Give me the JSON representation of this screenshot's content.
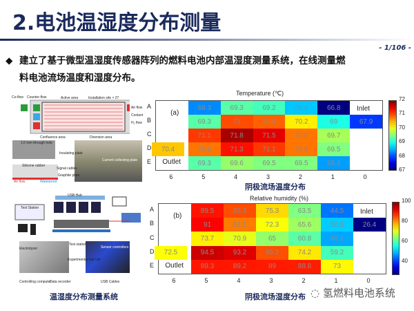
{
  "slide": {
    "title": "2.电池温湿度分布测量",
    "page": "- 1/106 -",
    "bullet_line1": "建立了基于微型温湿度传感器阵列的燃料电池内部温湿度测量系统，在线测量燃",
    "bullet_line2": "料电池流场温度和湿度分布。",
    "bullet_icon": "diamond-icon"
  },
  "left_figures": {
    "caption": "温湿度分布测量系统",
    "top_labels": [
      "Co-flow",
      "Counter-flow",
      "Active area",
      "Installation site × 27",
      "Air flow",
      "Coolant",
      "H₂ flow",
      "Confluence area",
      "Diversion area",
      "1.0 mm through hole",
      "Silicone rubber",
      "Signal cables",
      "Graphite plate",
      "Insulating plate",
      "Current collecting plate",
      "Air flow",
      "Waterproof"
    ],
    "bottom_labels": [
      "Test Station",
      "USB Hub",
      "Electrolyzer",
      "Test station",
      "Experimental fuel cell",
      "Controlling computer",
      "Data recorder",
      "Sensor controllers",
      "USB Cables"
    ]
  },
  "chart_data": [
    {
      "type": "heatmap",
      "title": "Temperature (℃)",
      "panel": "(a)",
      "caption": "阴极流场温度分布",
      "rows": [
        "A",
        "B",
        "C",
        "D",
        "E"
      ],
      "columns": [
        "6",
        "5",
        "4",
        "3",
        "2",
        "1",
        "0"
      ],
      "values": [
        [
          null,
          68.3,
          69.3,
          69.2,
          68.6,
          66.8,
          null
        ],
        [
          null,
          69.3,
          71.0,
          70.9,
          70.2,
          69.0,
          67.9
        ],
        [
          null,
          71.1,
          71.8,
          71.5,
          70.8,
          69.7,
          null
        ],
        [
          70.4,
          70.8,
          71.3,
          71.1,
          70.8,
          69.5,
          null
        ],
        [
          null,
          69.3,
          69.6,
          69.5,
          69.5,
          68.4,
          null
        ]
      ],
      "inlet_label": "Inlet",
      "outlet_label": "Outlet",
      "colorbar": {
        "range": [
          67,
          72
        ],
        "ticks": [
          "72",
          "71",
          "70",
          "69",
          "68",
          "67"
        ]
      }
    },
    {
      "type": "heatmap",
      "title": "Relative humidity (%)",
      "panel": "(b)",
      "caption": "阴极流场湿度分布",
      "rows": [
        "A",
        "B",
        "C",
        "D",
        "E"
      ],
      "columns": [
        "6",
        "5",
        "4",
        "3",
        "2",
        "1",
        "0"
      ],
      "values": [
        [
          null,
          89.5,
          85.3,
          75.3,
          63.5,
          44.5,
          null
        ],
        [
          null,
          91.0,
          82.1,
          72.3,
          65.6,
          50.8,
          26.4
        ],
        [
          null,
          73.7,
          70.9,
          65.0,
          60.8,
          48.1,
          null
        ],
        [
          72.5,
          94.5,
          93.2,
          85.2,
          74.2,
          59.2,
          null
        ],
        [
          null,
          89.3,
          89.2,
          89.0,
          88.8,
          73.0,
          null
        ]
      ],
      "inlet_label": "Inlet",
      "outlet_label": "Outlet",
      "colorbar": {
        "range": [
          27,
          100
        ],
        "ticks": [
          "100",
          "80",
          "60",
          "40"
        ]
      }
    }
  ],
  "watermark": "氢燃料电池系统"
}
